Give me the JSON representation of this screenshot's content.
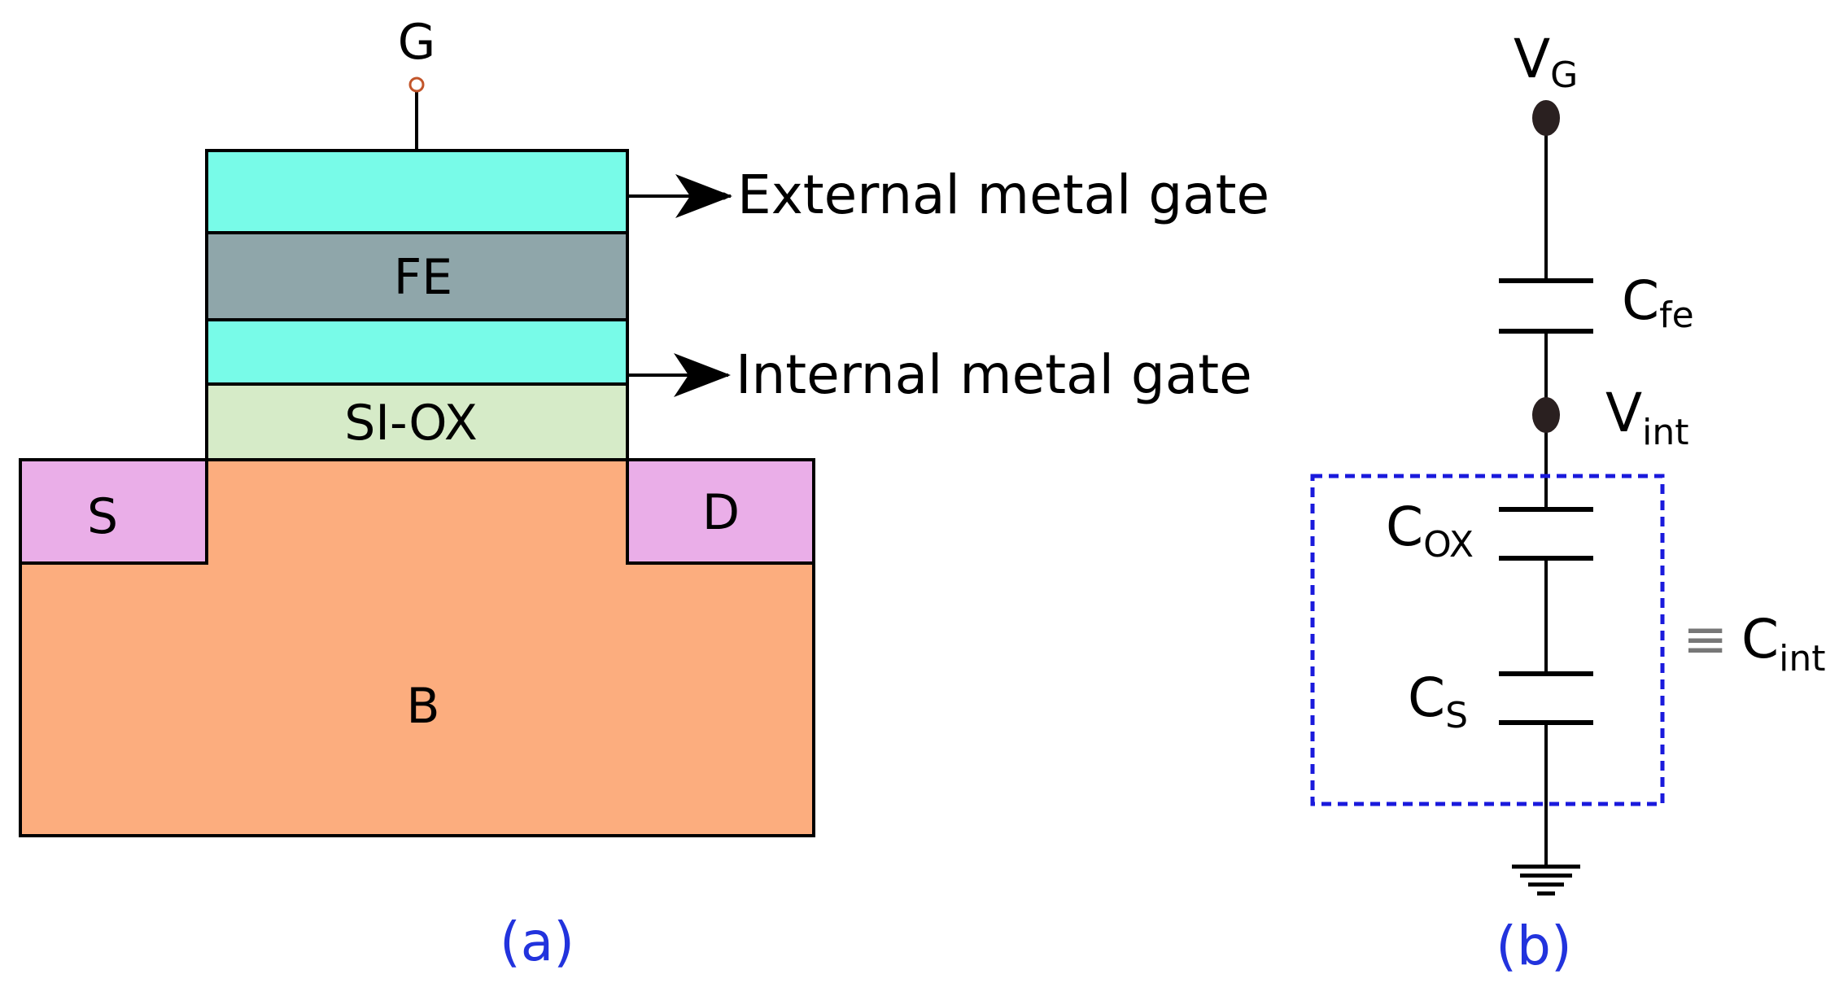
{
  "panel_a": {
    "gate_terminal": "G",
    "layers": {
      "fe": "FE",
      "sio": "SI-OX"
    },
    "regions": {
      "source": "S",
      "drain": "D",
      "body": "B"
    },
    "annotations": {
      "external_gate": "External metal gate",
      "internal_gate": "Internal metal gate"
    },
    "caption": "(a)"
  },
  "panel_b": {
    "vg": {
      "main": "V",
      "sub": "G"
    },
    "cfe": {
      "main": "C",
      "sub": "fe"
    },
    "vint": {
      "main": "V",
      "sub": "int"
    },
    "cox": {
      "main": "C",
      "sub": "OX"
    },
    "cs": {
      "main": "C",
      "sub": "S"
    },
    "equiv_symbol": "≡",
    "cint": {
      "main": "C",
      "sub": "int"
    },
    "caption": "(b)"
  },
  "colors": {
    "metal_gate": "#78fbe8",
    "ferroelectric": "#8fa6aa",
    "oxide": "#d6ebc8",
    "source_drain": "#eaaee8",
    "body": "#fcad7e",
    "box_dash": "#1a1adc",
    "caption": "#2233dd"
  }
}
